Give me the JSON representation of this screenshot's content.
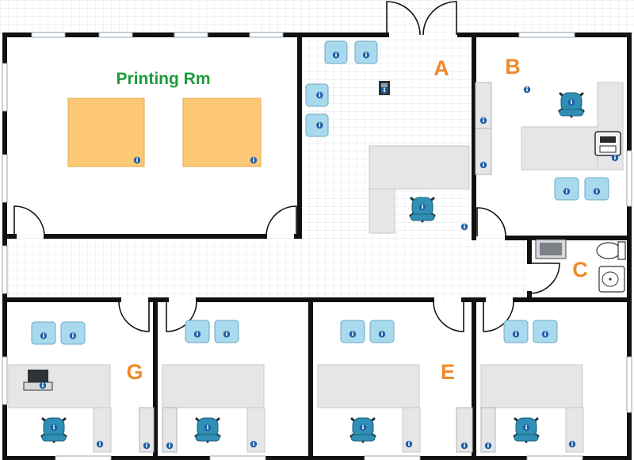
{
  "rooms": {
    "printing": {
      "title": "Printing Rm"
    },
    "a": {
      "letter": "A"
    },
    "b": {
      "letter": "B"
    },
    "c": {
      "letter": "C"
    },
    "e": {
      "letter": "E"
    },
    "g": {
      "letter": "G"
    }
  },
  "colors": {
    "wall": "#111111",
    "grid": "#d9dde2",
    "chair": "#a9d9ec",
    "chair_edge": "#6aa9c4",
    "desk_chair": "#2f8fb4",
    "desk": "#e6e6e6",
    "print_table": "#fcc876",
    "info_marker": "#1f5fa8",
    "room_letter": "#ef8a2a",
    "room_title": "#1e9b3c"
  },
  "icons": {
    "info": "info-marker-icon",
    "chair": "waiting-chair-icon",
    "office_chair": "office-chair-icon",
    "door": "door-swing-icon",
    "window": "window-icon",
    "printer": "printer-icon",
    "laptop": "laptop-icon",
    "toilet": "toilet-icon",
    "sink": "sink-icon",
    "phone": "phone-icon"
  }
}
